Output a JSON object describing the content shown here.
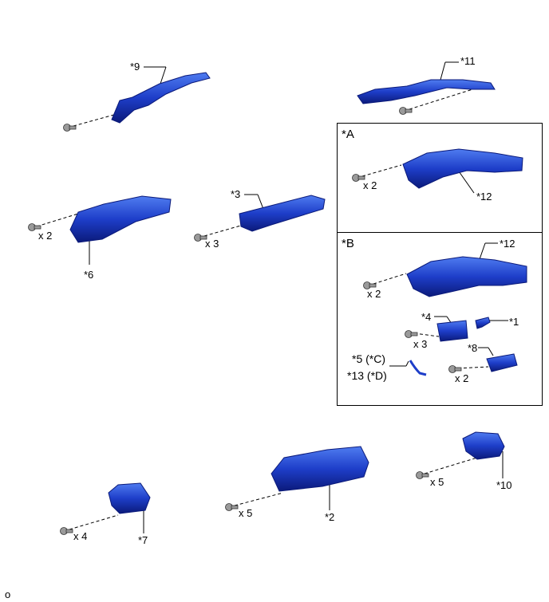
{
  "colors": {
    "part_fill": "#1e3ec9",
    "part_highlight": "#4f7cf0",
    "part_shadow": "#0b1a7a",
    "bolt": "#9a9a9a",
    "line": "#000000"
  },
  "labels": {
    "p9": "*9",
    "p11": "*11",
    "p3": "*3",
    "p6": "*6",
    "p12a": "*12",
    "p12b": "*12",
    "p4": "*4",
    "p1": "*1",
    "p8": "*8",
    "p5": "*5 (*C)",
    "p13": "*13 (*D)",
    "p2": "*2",
    "p7": "*7",
    "p10": "*10"
  },
  "qty": {
    "q6": "x 2",
    "q3": "x 3",
    "qA": "x 2",
    "qB": "x 2",
    "q4": "x 3",
    "q8": "x 2",
    "q2": "x 5",
    "q7": "x 4",
    "q10": "x 5"
  },
  "boxes": {
    "a": "*A",
    "b": "*B"
  },
  "footer": {
    "code": "o"
  }
}
